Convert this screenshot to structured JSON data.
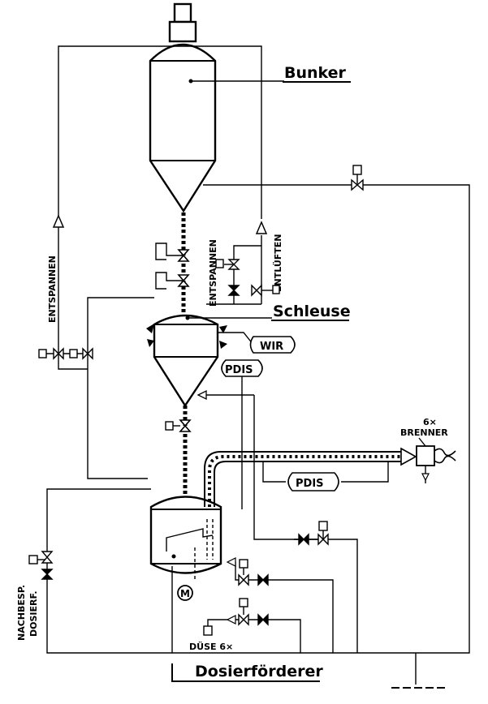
{
  "labels": {
    "bunker": "Bunker",
    "schleuse": "Schleuse",
    "dosierforderer": "Dosierförderer",
    "entspannen_left": "ENTSPANNEN",
    "entspannen_mid": "ENTSPANNEN",
    "entluften": "ENTLÜFTEN",
    "wir": "WIR",
    "pdis_1": "PDIS",
    "pdis_2": "PDIS",
    "brenner_count": "6×",
    "brenner": "BRENNER",
    "motor": "M",
    "duse": "DÜSE 6×",
    "nachbesp_1": "NACHBESP.",
    "nachbesp_2": "DOSIERF."
  }
}
